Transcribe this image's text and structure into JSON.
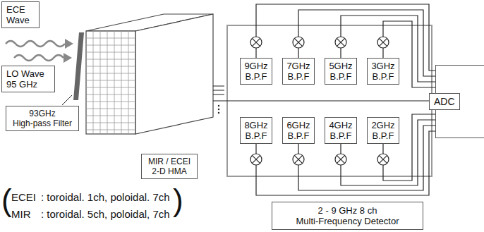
{
  "diagram": {
    "nodes": [
      {
        "text": [
          "ECE Wave"
        ]
      },
      {
        "text": [
          "LO Wave 95 GHz"
        ]
      },
      {
        "text": [
          "93GHz High-pass Filter"
        ]
      },
      {
        "text": [
          "MIR / ECEI 2-D HMA"
        ]
      },
      {
        "text": [
          "9GHz B.P.F"
        ]
      },
      {
        "text": [
          "7GHz B.P.F"
        ]
      },
      {
        "text": [
          "5GHz B.P.F"
        ]
      },
      {
        "text": [
          "3GHz B.P.F"
        ]
      },
      {
        "text": [
          "ADC"
        ]
      },
      {
        "text": [
          "8GHz B.P.F"
        ]
      },
      {
        "text": [
          "6GHz B.P.F"
        ]
      },
      {
        "text": [
          "4GHz B.P.F"
        ]
      },
      {
        "text": [
          "2GHz B.P.F"
        ]
      },
      {
        "text": [
          "2 - 9 GHz 8 ch Multi-Frequency Detector"
        ]
      }
    ],
    "edges": [
      {
        "from": 4,
        "to": 8,
        "arrow": "none"
      },
      {
        "from": 5,
        "to": 8,
        "arrow": "none"
      },
      {
        "from": 6,
        "to": 8,
        "arrow": "none"
      },
      {
        "from": 7,
        "to": 8,
        "arrow": "none"
      },
      {
        "from": 9,
        "to": 8,
        "arrow": "none"
      },
      {
        "from": 10,
        "to": 8,
        "arrow": "none"
      },
      {
        "from": 11,
        "to": 8,
        "arrow": "none"
      },
      {
        "from": 12,
        "to": 8,
        "arrow": "none"
      }
    ],
    "labels": [
      "(",
      "ECEI",
      ": toroidal. 1ch, poloidal. 7ch",
      "MIR",
      ": toroidal. 5ch, poloidal, 7ch",
      ")"
    ]
  }
}
